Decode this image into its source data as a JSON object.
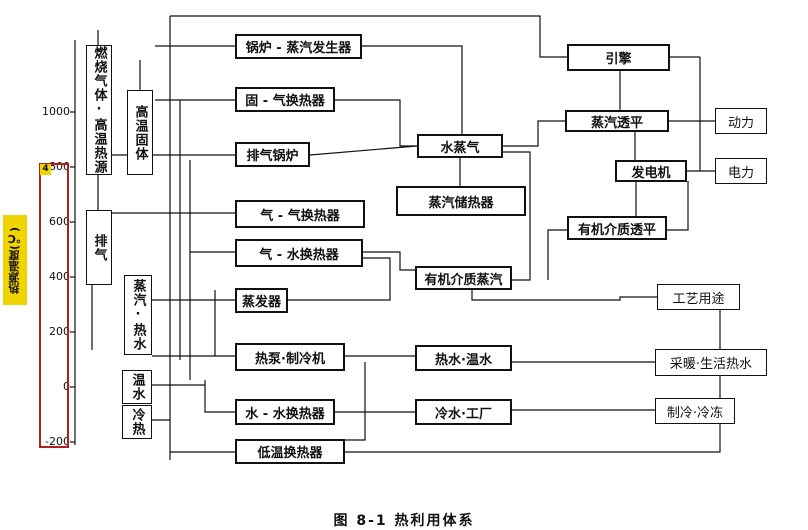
{
  "caption": "图 8-1   热利用体系",
  "axis": {
    "label": "热源温度(℃)",
    "badge": "4",
    "ticks": [
      "1000",
      "800",
      "600",
      "400",
      "200",
      "0",
      "-200"
    ]
  },
  "sources": {
    "combustion_gas": "燃烧气体·高温热源",
    "high_temp_solid": "高温固体",
    "exhaust": "排气",
    "steam_hot_water": "蒸汽·热水",
    "warm_water": "温水",
    "cold_heat": "冷热"
  },
  "equipment": {
    "boiler": "锅炉 - 蒸汽发生器",
    "solid_gas_hx": "固 - 气换热器",
    "exhaust_boiler": "排气锅炉",
    "gas_gas_hx": "气 - 气换热器",
    "gas_water_hx": "气 - 水换热器",
    "evaporator": "蒸发器",
    "heat_pump": "热泵·制冷机",
    "water_water_hx": "水 - 水换热器",
    "low_temp_hx": "低温换热器",
    "water_vapor": "水蒸气",
    "steam_storage": "蒸汽储热器",
    "organic_vapor": "有机介质蒸汽",
    "hot_warm_water": "热水·温水",
    "cold_water_plant": "冷水·工厂",
    "engine": "引擎",
    "steam_turbine": "蒸汽透平",
    "generator": "发电机",
    "organic_turbine": "有机介质透平"
  },
  "outputs": {
    "power": "动力",
    "electricity": "电力",
    "process_use": "工艺用途",
    "heating_hot_water": "采暖·生活热水",
    "cooling_freezing": "制冷·冷冻"
  }
}
